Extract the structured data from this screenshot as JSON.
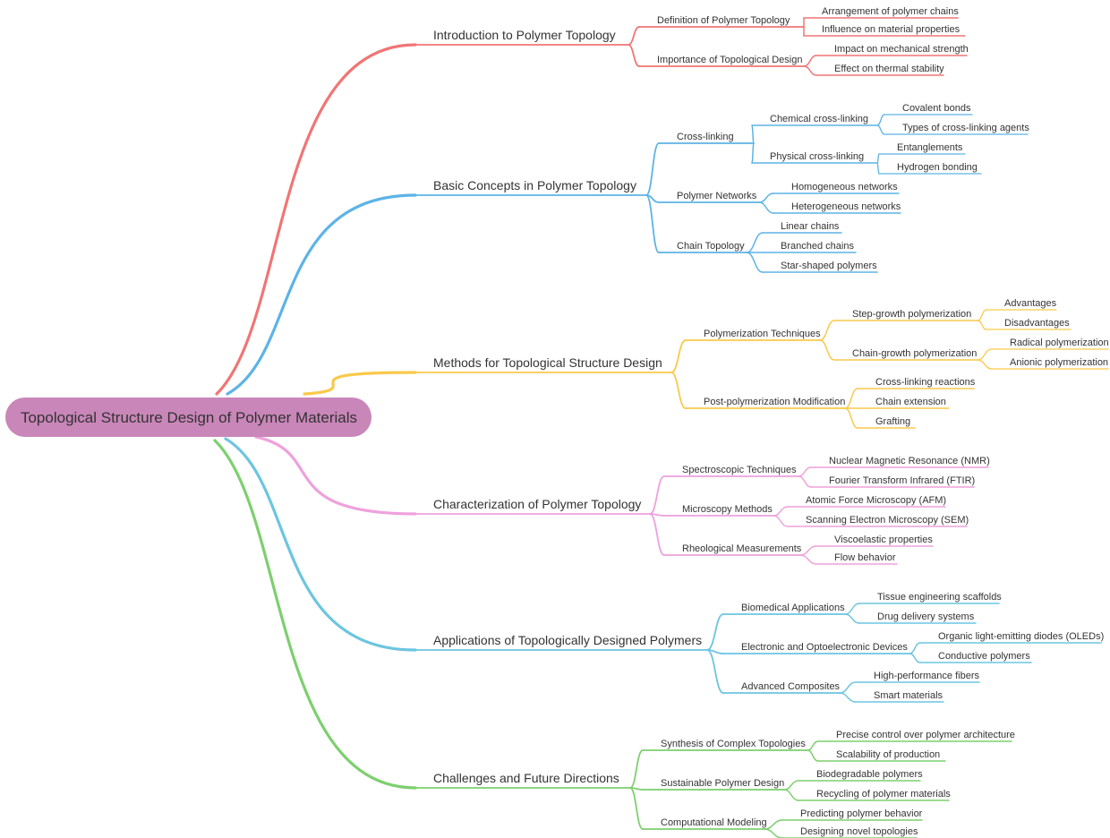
{
  "mindmap": {
    "root": "Topological Structure Design of Polymer Materials",
    "root_color": "#c986b9",
    "branches": [
      {
        "label": "Introduction to Polymer Topology",
        "color": "#f07575",
        "children": [
          {
            "label": "Definition of Polymer Topology",
            "children": [
              {
                "label": "Arrangement of polymer chains"
              },
              {
                "label": "Influence on material properties"
              }
            ]
          },
          {
            "label": "Importance of Topological Design",
            "children": [
              {
                "label": "Impact on mechanical strength"
              },
              {
                "label": "Effect on thermal stability"
              }
            ]
          }
        ]
      },
      {
        "label": "Basic Concepts in Polymer Topology",
        "color": "#5db3e6",
        "children": [
          {
            "label": "Cross-linking",
            "children": [
              {
                "label": "Chemical cross-linking",
                "children": [
                  {
                    "label": "Covalent bonds"
                  },
                  {
                    "label": "Types of cross-linking agents"
                  }
                ]
              },
              {
                "label": "Physical cross-linking",
                "children": [
                  {
                    "label": "Entanglements"
                  },
                  {
                    "label": "Hydrogen bonding"
                  }
                ]
              }
            ]
          },
          {
            "label": "Polymer Networks",
            "children": [
              {
                "label": "Homogeneous networks"
              },
              {
                "label": "Heterogeneous networks"
              }
            ]
          },
          {
            "label": "Chain Topology",
            "children": [
              {
                "label": "Linear chains"
              },
              {
                "label": "Branched chains"
              },
              {
                "label": "Star-shaped polymers"
              }
            ]
          }
        ]
      },
      {
        "label": "Methods for Topological Structure Design",
        "color": "#f9c94b",
        "children": [
          {
            "label": "Polymerization Techniques",
            "children": [
              {
                "label": "Step-growth polymerization",
                "children": [
                  {
                    "label": "Advantages"
                  },
                  {
                    "label": "Disadvantages"
                  }
                ]
              },
              {
                "label": "Chain-growth polymerization",
                "children": [
                  {
                    "label": "Radical polymerization"
                  },
                  {
                    "label": "Anionic polymerization"
                  }
                ]
              }
            ]
          },
          {
            "label": "Post-polymerization Modification",
            "children": [
              {
                "label": "Cross-linking reactions"
              },
              {
                "label": "Chain extension"
              },
              {
                "label": "Grafting"
              }
            ]
          }
        ]
      },
      {
        "label": "Characterization of Polymer Topology",
        "color": "#eea1dc",
        "children": [
          {
            "label": "Spectroscopic Techniques",
            "children": [
              {
                "label": "Nuclear Magnetic Resonance (NMR)"
              },
              {
                "label": "Fourier Transform Infrared (FTIR)"
              }
            ]
          },
          {
            "label": "Microscopy Methods",
            "children": [
              {
                "label": "Atomic Force Microscopy (AFM)"
              },
              {
                "label": "Scanning Electron Microscopy (SEM)"
              }
            ]
          },
          {
            "label": "Rheological Measurements",
            "children": [
              {
                "label": "Viscoelastic properties"
              },
              {
                "label": "Flow behavior"
              }
            ]
          }
        ]
      },
      {
        "label": "Applications of Topologically Designed Polymers",
        "color": "#6cc5e0",
        "children": [
          {
            "label": "Biomedical Applications",
            "children": [
              {
                "label": "Tissue engineering scaffolds"
              },
              {
                "label": "Drug delivery systems"
              }
            ]
          },
          {
            "label": "Electronic and Optoelectronic Devices",
            "children": [
              {
                "label": "Organic light-emitting diodes (OLEDs)"
              },
              {
                "label": "Conductive polymers"
              }
            ]
          },
          {
            "label": "Advanced Composites",
            "children": [
              {
                "label": "High-performance fibers"
              },
              {
                "label": "Smart materials"
              }
            ]
          }
        ]
      },
      {
        "label": "Challenges and Future Directions",
        "color": "#7dcf6e",
        "children": [
          {
            "label": "Synthesis of Complex Topologies",
            "children": [
              {
                "label": "Precise control over polymer architecture"
              },
              {
                "label": "Scalability of production"
              }
            ]
          },
          {
            "label": "Sustainable Polymer Design",
            "children": [
              {
                "label": "Biodegradable polymers"
              },
              {
                "label": "Recycling of polymer materials"
              }
            ]
          },
          {
            "label": "Computational Modeling",
            "children": [
              {
                "label": "Predicting polymer behavior"
              },
              {
                "label": "Designing novel topologies"
              }
            ]
          }
        ]
      }
    ]
  }
}
